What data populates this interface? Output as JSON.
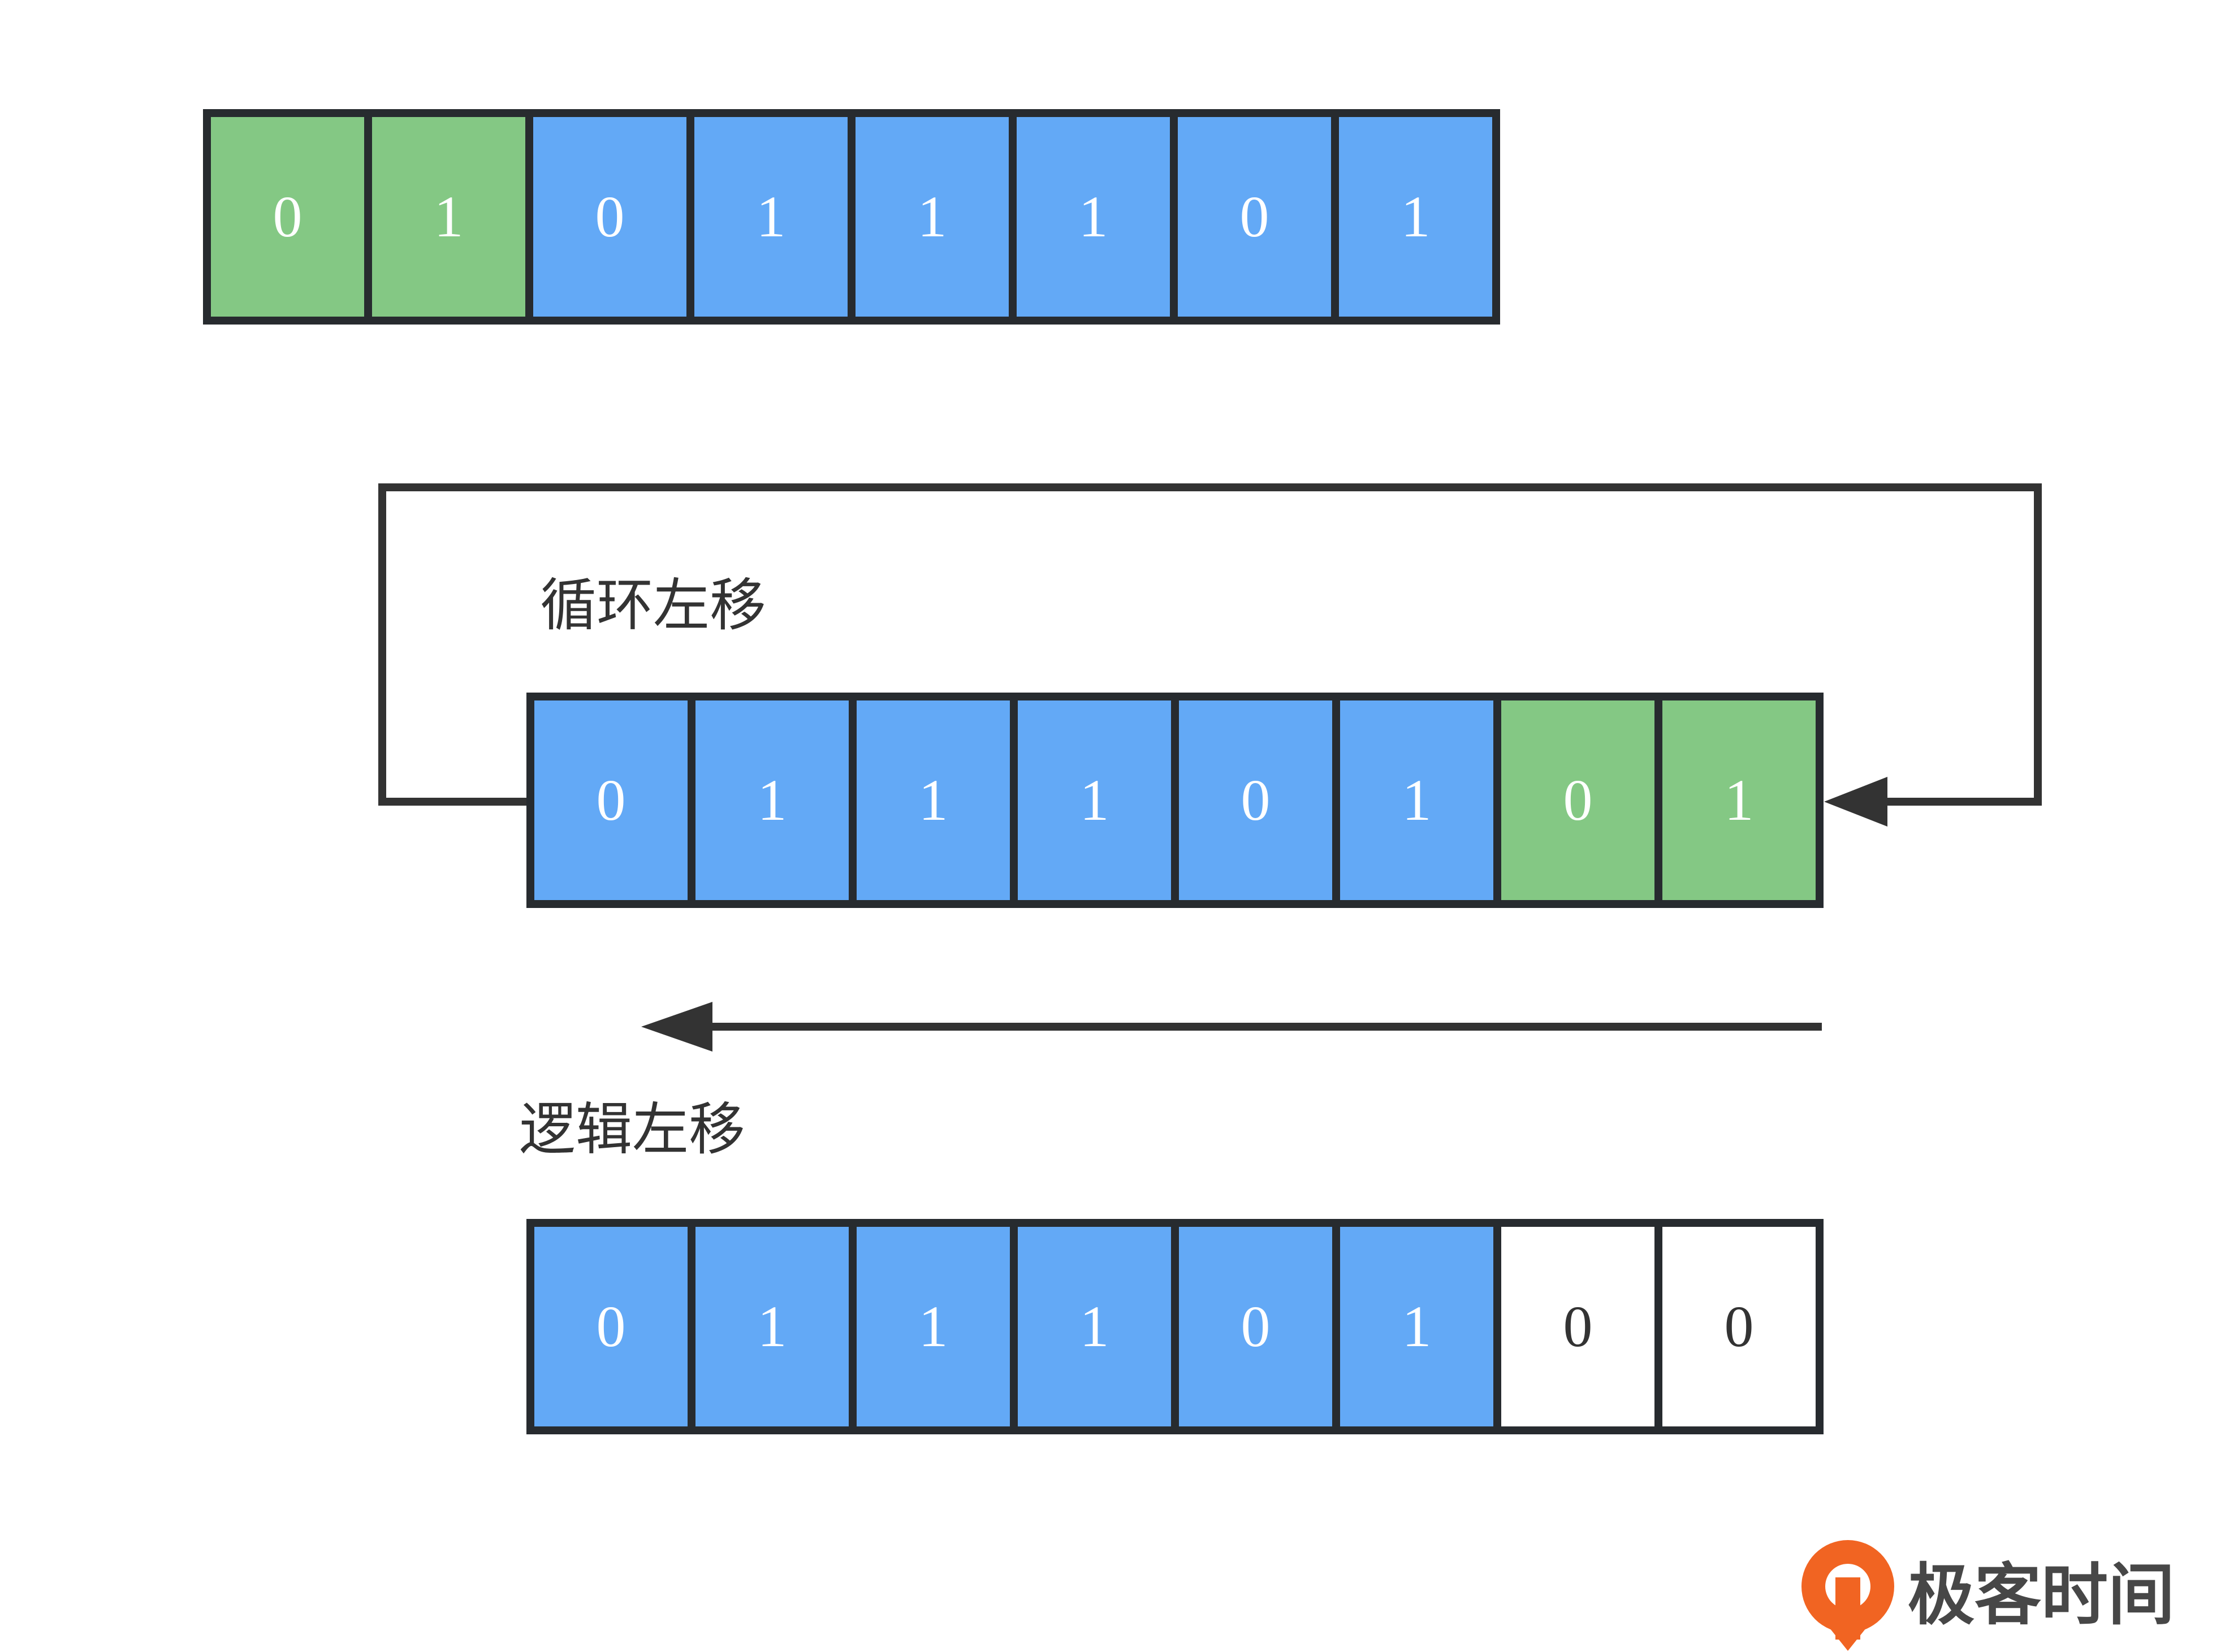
{
  "colors": {
    "moved": "#84c884",
    "kept": "#63a9f6",
    "filled": "#ffffff",
    "border": "#272b2f",
    "line": "#333333",
    "logo_orange": "#f16422"
  },
  "rows": [
    {
      "bits": [
        "0",
        "1",
        "0",
        "1",
        "1",
        "1",
        "0",
        "1"
      ],
      "kinds": [
        "moved",
        "moved",
        "kept",
        "kept",
        "kept",
        "kept",
        "kept",
        "kept"
      ]
    },
    {
      "bits": [
        "0",
        "1",
        "1",
        "1",
        "0",
        "1",
        "0",
        "1"
      ],
      "kinds": [
        "kept",
        "kept",
        "kept",
        "kept",
        "kept",
        "kept",
        "moved",
        "moved"
      ]
    },
    {
      "bits": [
        "0",
        "1",
        "1",
        "1",
        "0",
        "1",
        "0",
        "0"
      ],
      "kinds": [
        "kept",
        "kept",
        "kept",
        "kept",
        "kept",
        "kept",
        "filled",
        "filled"
      ]
    }
  ],
  "labels": {
    "rotate": "循环左移",
    "logical": "逻辑左移"
  },
  "logo": {
    "text": "极客时间",
    "icon": "geektime-logo-icon"
  }
}
